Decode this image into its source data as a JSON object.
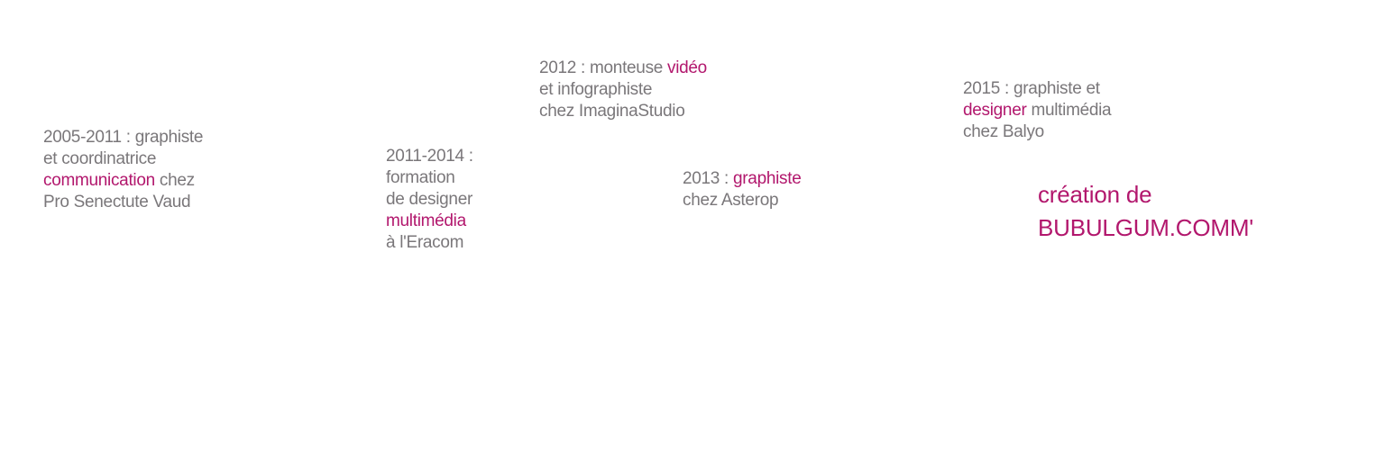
{
  "colors": {
    "background": "#ffffff",
    "text_gray": "#7a777a",
    "accent_magenta": "#b2176d"
  },
  "entries": [
    {
      "id": "2005-2011",
      "lines": [
        {
          "pre": "2005-2011 : graphiste"
        },
        {
          "pre": "et coordinatrice"
        },
        {
          "accent": "communication",
          "post": " chez"
        },
        {
          "pre": "Pro Senectute Vaud"
        }
      ]
    },
    {
      "id": "2011-2014",
      "lines": [
        {
          "pre": "2011-2014 :"
        },
        {
          "pre": "formation"
        },
        {
          "pre": "de designer"
        },
        {
          "accent": "multimédia"
        },
        {
          "pre": "à l'Eracom"
        }
      ]
    },
    {
      "id": "2012",
      "lines": [
        {
          "pre": "2012 : monteuse ",
          "accent": "vidéo"
        },
        {
          "pre": "et infographiste"
        },
        {
          "pre": "chez ImaginaStudio"
        }
      ]
    },
    {
      "id": "2013",
      "lines": [
        {
          "pre": "2013 : ",
          "accent": "graphiste"
        },
        {
          "pre": "chez Asterop"
        }
      ]
    },
    {
      "id": "2015",
      "lines": [
        {
          "pre": "2015 : graphiste et"
        },
        {
          "accent": "designer",
          "post": " multimédia"
        },
        {
          "pre": "chez Balyo"
        }
      ]
    }
  ],
  "brand": {
    "line1": "création de",
    "line2": "BUBULGUM.COMM'"
  }
}
